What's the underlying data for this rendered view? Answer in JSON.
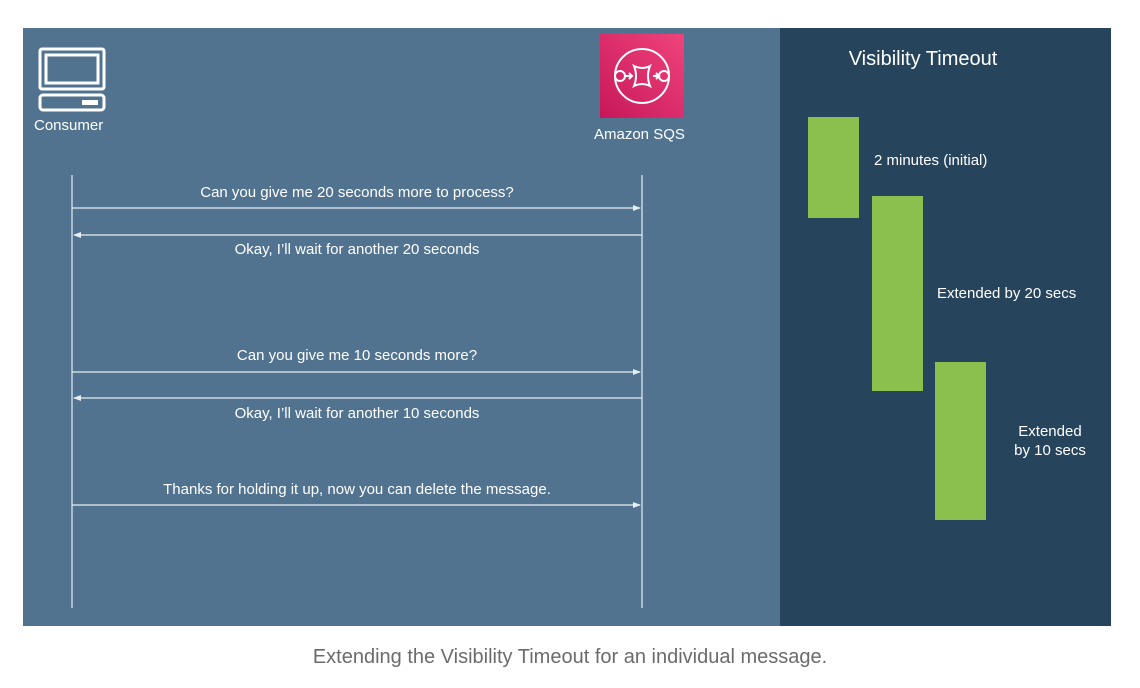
{
  "diagram": {
    "actors": {
      "consumer": "Consumer",
      "sqs": "Amazon SQS"
    },
    "messages": [
      {
        "text": "Can you give me 20 seconds more to process?",
        "direction": "consumer-to-sqs"
      },
      {
        "text": "Okay, I’ll wait for another 20 seconds",
        "direction": "sqs-to-consumer"
      },
      {
        "text": "Can you give me 10 seconds more?",
        "direction": "consumer-to-sqs"
      },
      {
        "text": "Okay, I’ll wait for another 10 seconds",
        "direction": "sqs-to-consumer"
      },
      {
        "text": "Thanks for holding it up,  now you can delete the message.",
        "direction": "consumer-to-sqs"
      }
    ],
    "timeout_panel": {
      "title": "Visibility Timeout",
      "bars": [
        {
          "label": "2 minutes (initial)"
        },
        {
          "label": "Extended by 20 secs"
        },
        {
          "label_line1": "Extended",
          "label_line2": "by 10 secs"
        }
      ]
    },
    "colors": {
      "left_background": "#52738f",
      "right_background": "#26445c",
      "bar": "#8bc04f",
      "sqs_icon": "#e0306e"
    }
  },
  "caption": "Extending the Visibility Timeout for an individual message."
}
